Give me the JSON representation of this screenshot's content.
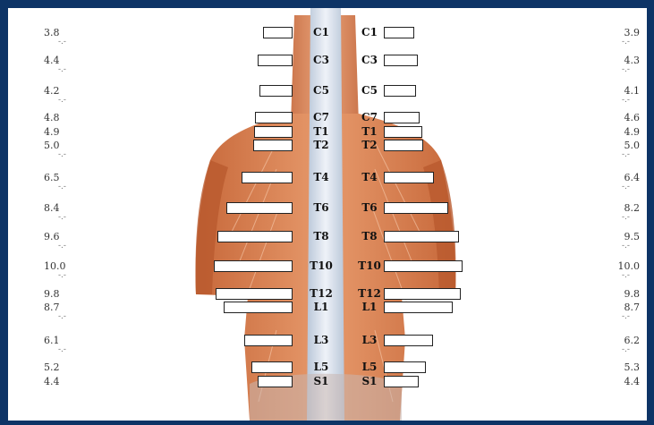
{
  "title": "",
  "colors": {
    "frame": "#0d3466",
    "bar_fill": "#ffffff",
    "bar_border": "#222222"
  },
  "rows": [
    {
      "level": "C1",
      "left": "3.8",
      "right": "3.9",
      "sep_after": true
    },
    {
      "level": "C3",
      "left": "4.4",
      "right": "4.3",
      "sep_after": true
    },
    {
      "level": "C5",
      "left": "4.2",
      "right": "4.1",
      "sep_after": true
    },
    {
      "level": "C7",
      "left": "4.8",
      "right": "4.6",
      "sep_after": false
    },
    {
      "level": "T1",
      "left": "4.9",
      "right": "4.9",
      "sep_after": false
    },
    {
      "level": "T2",
      "left": "5.0",
      "right": "5.0",
      "sep_after": true
    },
    {
      "level": "T4",
      "left": "6.5",
      "right": "6.4",
      "sep_after": true
    },
    {
      "level": "T6",
      "left": "8.4",
      "right": "8.2",
      "sep_after": true
    },
    {
      "level": "T8",
      "left": "9.6",
      "right": "9.5",
      "sep_after": true
    },
    {
      "level": "T10",
      "left": "10.0",
      "right": "10.0",
      "sep_after": true
    },
    {
      "level": "T12",
      "left": "9.8",
      "right": "9.8",
      "sep_after": false
    },
    {
      "level": "L1",
      "left": "8.7",
      "right": "8.7",
      "sep_after": true
    },
    {
      "level": "L3",
      "left": "6.1",
      "right": "6.2",
      "sep_after": true
    },
    {
      "level": "L5",
      "left": "5.2",
      "right": "5.3",
      "sep_after": false
    },
    {
      "level": "S1",
      "left": "4.4",
      "right": "4.4",
      "sep_after": false
    }
  ],
  "separator_text": "-.-",
  "chart_data": {
    "type": "bar",
    "categories": [
      "C1",
      "C3",
      "C5",
      "C7",
      "T1",
      "T2",
      "T4",
      "T6",
      "T8",
      "T10",
      "T12",
      "L1",
      "L3",
      "L5",
      "S1"
    ],
    "series": [
      {
        "values": [
          3.8,
          4.4,
          4.2,
          4.8,
          4.9,
          5.0,
          6.5,
          8.4,
          9.6,
          10.0,
          9.8,
          8.7,
          6.1,
          5.2,
          4.4
        ]
      },
      {
        "values": [
          3.9,
          4.3,
          4.1,
          4.6,
          4.9,
          5.0,
          6.4,
          8.2,
          9.5,
          10.0,
          9.8,
          8.7,
          6.2,
          5.3,
          4.4
        ]
      }
    ],
    "orientation": "horizontal-mirrored",
    "xlim": [
      0,
      10
    ]
  }
}
